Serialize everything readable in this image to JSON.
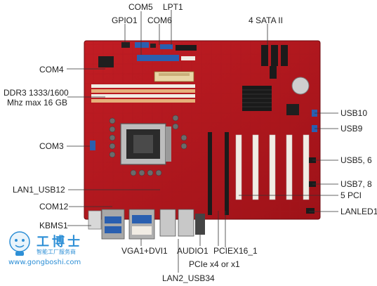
{
  "labels": {
    "gpio1": "GPIO1",
    "com5": "COM5",
    "lpt1": "LPT1",
    "com6": "COM6",
    "sata": "4 SATA II",
    "com4": "COM4",
    "ddr3_line1": "DDR3 1333/1600",
    "ddr3_line2": "Mhz max 16 GB",
    "com3": "COM3",
    "lan1_usb12": "LAN1_USB12",
    "com12": "COM12",
    "kbms1": "KBMS1",
    "vga_dvi": "VGA1+DVI1",
    "audio1": "AUDIO1",
    "pciex16": "PCIEX16_1",
    "pcie_x4": "PCIe x4 or x1",
    "lan2_usb34": "LAN2_USB34",
    "usb10": "USB10",
    "usb9": "USB9",
    "usb56": "USB5, 6",
    "usb78": "USB7, 8",
    "pci5": "5 PCI",
    "lanled1": "LANLED1"
  },
  "watermark": {
    "brand_cn": "工博士",
    "brand_sub": "智能工厂服务商",
    "url": "www.gongboshi.com"
  },
  "colors": {
    "board": "#b5161c",
    "board_dark": "#7e0d12",
    "slot_white": "#f1ece4",
    "slot_black": "#1b1b1b",
    "connector_blue": "#2a5fb0",
    "leader_line": "#333333",
    "watermark_blue": "#2d8fd6"
  }
}
